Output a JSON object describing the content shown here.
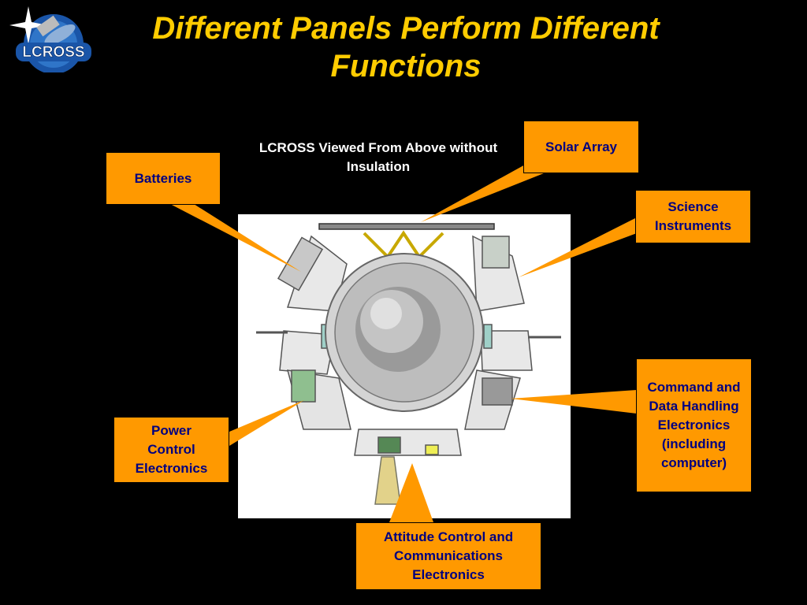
{
  "slide": {
    "title": "Different Panels Perform Different Functions",
    "figure_caption": "LCROSS Viewed From Above without Insulation",
    "logo_text": "LCROSS"
  },
  "callouts": {
    "batteries": "Batteries",
    "solar_array": "Solar Array",
    "science_instruments": "Science Instruments",
    "command_data": "Command and Data Handling Electronics (including computer)",
    "power_control": "Power Control Electronics",
    "attitude_control": "Attitude Control and Communications Electronics"
  },
  "colors": {
    "background": "#000000",
    "title": "#FFCC00",
    "callout_fill": "#FF9900",
    "callout_text": "#000080"
  }
}
